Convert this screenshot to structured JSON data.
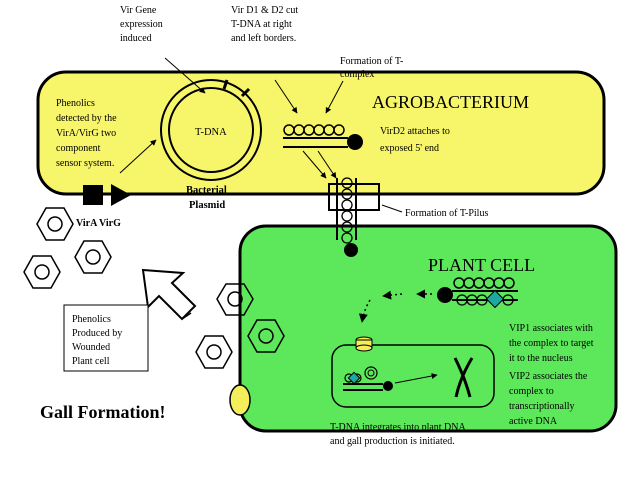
{
  "colors": {
    "agrobacterium_fill": "#f7f56a",
    "plant_cell_fill": "#5de85b",
    "wound_blob": "#f3ee5a",
    "stroke": "#000000",
    "vip_marker": "#1fa8a0"
  },
  "labels": {
    "vir_gene": [
      "Vir Gene",
      "expression",
      "induced"
    ],
    "vir_d1d2": [
      "Vir D1 & D2 cut",
      "T-DNA at right",
      "and left borders."
    ],
    "formation_complex": [
      "Formation of T-",
      "complex"
    ],
    "agrobacterium": "AGROBACTERIUM",
    "phenolics_detected": [
      "Phenolics",
      "detected by the",
      "VirA/VirG two",
      "component",
      "sensor system."
    ],
    "t_dna": "T-DNA",
    "virD2": [
      "VirD2 attaches to",
      "exposed 5' end"
    ],
    "bacterial_plasmid": [
      "Bacterial",
      "Plasmid"
    ],
    "formation_pilus": "Formation of T-Pilus",
    "vir_a_g": "VirA  VirG",
    "plant_cell": "PLANT CELL",
    "phenolics_produced": [
      "Phenolics",
      "Produced by",
      "Wounded",
      "Plant cell"
    ],
    "vip1": [
      "VIP1 associates with",
      "the complex to target",
      "it to the nucleus"
    ],
    "vip2": [
      "VIP2 associates the",
      "complex to",
      "transcriptionally",
      "active DNA"
    ],
    "gall_formation": "Gall Formation!",
    "integration": [
      "T-DNA integrates into plant DNA",
      "and gall production is initiated."
    ]
  }
}
